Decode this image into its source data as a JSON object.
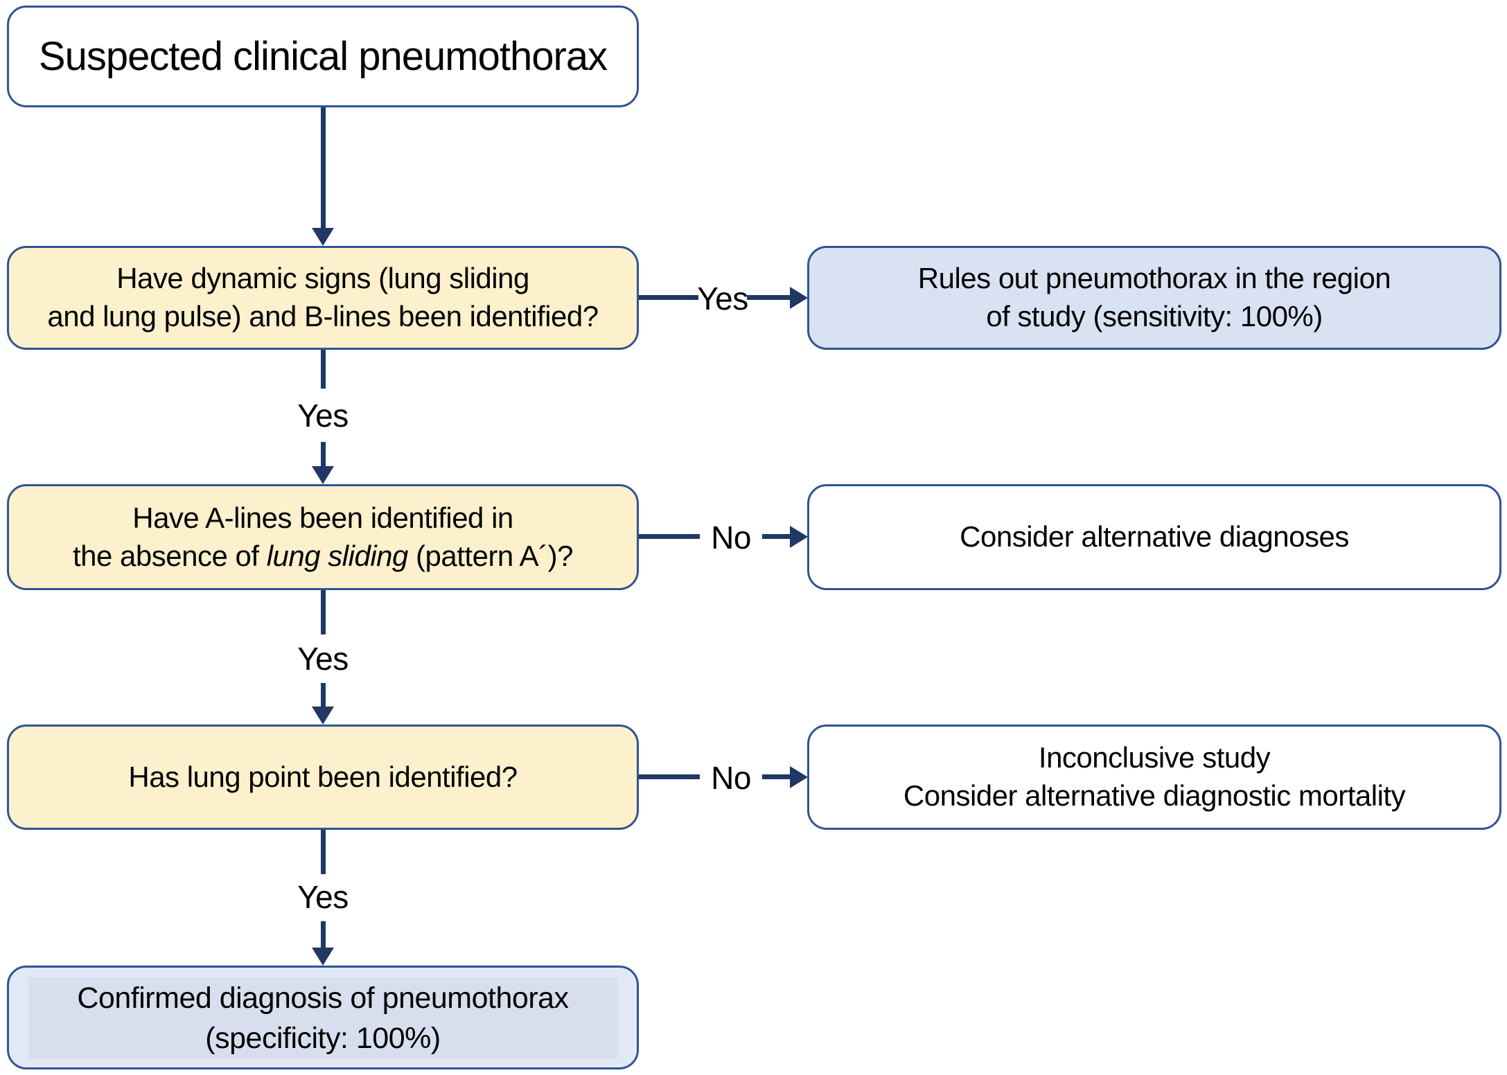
{
  "flowchart": {
    "start": {
      "text": "Suspected clinical pneumothorax"
    },
    "q1": {
      "line1": "Have dynamic signs (lung sliding",
      "line2": "and lung pulse) and B-lines been identified?"
    },
    "r1": {
      "line1": "Rules out pneumothorax in the region",
      "line2": "of study (sensitivity: 100%)"
    },
    "q2": {
      "line1": "Have A-lines been identified in",
      "line2_pre": "the absence of ",
      "line2_italic": "lung sliding",
      "line2_post": " (pattern A´)?"
    },
    "r2": {
      "text": "Consider alternative diagnoses"
    },
    "q3": {
      "text": "Has lung point been identified?"
    },
    "r3": {
      "line1": "Inconclusive study",
      "line2": "Consider alternative diagnostic mortality"
    },
    "end": {
      "line1": "Confirmed diagnosis of pneumothorax",
      "line2": "(specificity: 100%)"
    },
    "labels": {
      "q1_right": "Yes",
      "q1_down": "Yes",
      "q2_right": "No",
      "q2_down": "Yes",
      "q3_right": "No",
      "q3_down": "Yes"
    },
    "colors": {
      "question_fill": "#fcf0cd",
      "result_fill": "#d9e2f3",
      "end_outer_fill": "#e2e9f6",
      "end_inner_fill": "#d7dfee",
      "white_fill": "#ffffff",
      "border": "#2e5492",
      "arrow": "#1f3864",
      "text": "#000000"
    }
  }
}
